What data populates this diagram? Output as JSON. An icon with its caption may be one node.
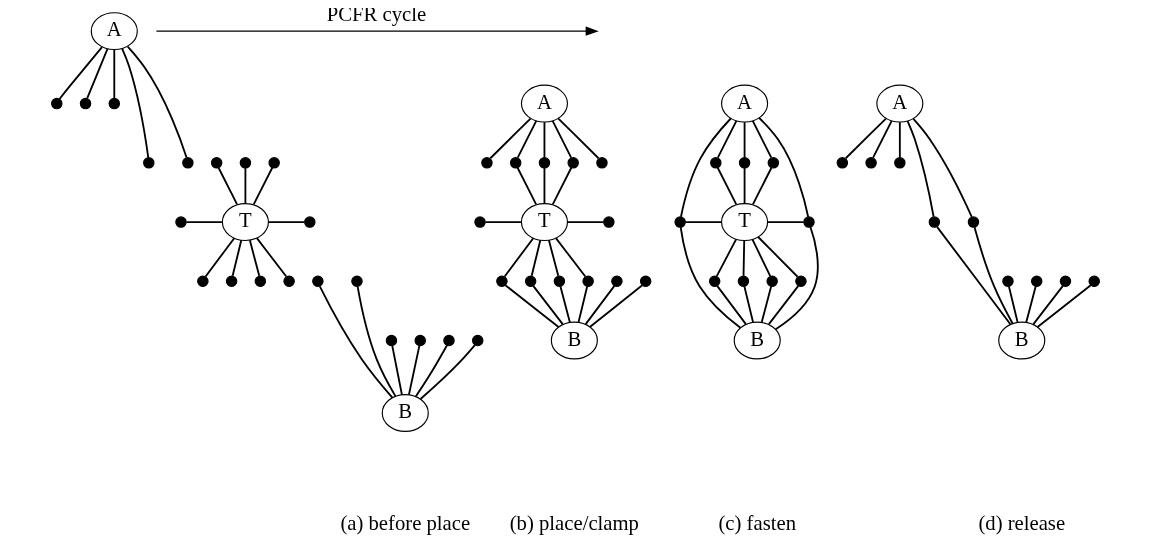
{
  "diagram": {
    "nodes": [
      {
        "text": [
          "A"
        ]
      },
      {
        "text": [],
        "shape": "circle"
      },
      {
        "text": [],
        "shape": "circle"
      },
      {
        "text": [],
        "shape": "circle"
      },
      {
        "text": [],
        "shape": "circle"
      },
      {
        "text": [],
        "shape": "circle"
      },
      {
        "text": [],
        "shape": "circle"
      },
      {
        "text": [],
        "shape": "circle"
      },
      {
        "text": [],
        "shape": "circle"
      },
      {
        "text": [],
        "shape": "circle"
      },
      {
        "text": [
          "T"
        ]
      },
      {
        "text": [],
        "shape": "circle"
      },
      {
        "text": [],
        "shape": "circle"
      },
      {
        "text": [],
        "shape": "circle"
      },
      {
        "text": [],
        "shape": "circle"
      },
      {
        "text": [],
        "shape": "circle"
      },
      {
        "text": [],
        "shape": "circle"
      },
      {
        "text": [],
        "shape": "circle"
      },
      {
        "text": [],
        "shape": "circle"
      },
      {
        "text": [],
        "shape": "circle"
      },
      {
        "text": [],
        "shape": "circle"
      },
      {
        "text": [],
        "shape": "circle"
      },
      {
        "text": [
          "B"
        ]
      },
      {
        "text": [
          "A"
        ]
      },
      {
        "text": [],
        "shape": "circle"
      },
      {
        "text": [],
        "shape": "circle"
      },
      {
        "text": [],
        "shape": "circle"
      },
      {
        "text": [],
        "shape": "circle"
      },
      {
        "text": [],
        "shape": "circle"
      },
      {
        "text": [],
        "shape": "circle"
      },
      {
        "text": [
          "T"
        ]
      },
      {
        "text": [],
        "shape": "circle"
      },
      {
        "text": [],
        "shape": "circle"
      },
      {
        "text": [],
        "shape": "circle"
      },
      {
        "text": [],
        "shape": "circle"
      },
      {
        "text": [],
        "shape": "circle"
      },
      {
        "text": [],
        "shape": "circle"
      },
      {
        "text": [],
        "shape": "circle"
      },
      {
        "text": [
          "B"
        ]
      },
      {
        "text": [
          "A"
        ]
      },
      {
        "text": [],
        "shape": "circle"
      },
      {
        "text": [],
        "shape": "circle"
      },
      {
        "text": [],
        "shape": "circle"
      },
      {
        "text": [],
        "shape": "circle"
      },
      {
        "text": [
          "T"
        ]
      },
      {
        "text": [],
        "shape": "circle"
      },
      {
        "text": [],
        "shape": "circle"
      },
      {
        "text": [],
        "shape": "circle"
      },
      {
        "text": [],
        "shape": "circle"
      },
      {
        "text": [],
        "shape": "circle"
      },
      {
        "text": [
          "B"
        ]
      },
      {
        "text": [
          "A"
        ]
      },
      {
        "text": [],
        "shape": "circle"
      },
      {
        "text": [],
        "shape": "circle"
      },
      {
        "text": [],
        "shape": "circle"
      },
      {
        "text": [],
        "shape": "circle"
      },
      {
        "text": [],
        "shape": "circle"
      },
      {
        "text": [],
        "shape": "circle"
      },
      {
        "text": [],
        "shape": "circle"
      },
      {
        "text": [],
        "shape": "circle"
      },
      {
        "text": [],
        "shape": "circle"
      },
      {
        "text": [
          "B"
        ]
      }
    ],
    "edges": [
      {
        "from": 0,
        "to": 4,
        "arrow": "none"
      },
      {
        "from": 0,
        "to": 1,
        "arrow": "none"
      },
      {
        "from": 0,
        "to": 2,
        "arrow": "none"
      },
      {
        "from": 0,
        "to": 3,
        "arrow": "none"
      },
      {
        "from": 0,
        "to": 8,
        "arrow": "none"
      },
      {
        "from": 5,
        "to": 10,
        "arrow": "none"
      },
      {
        "from": 6,
        "to": 10,
        "arrow": "none"
      },
      {
        "from": 7,
        "to": 10,
        "arrow": "none"
      },
      {
        "from": 9,
        "to": 10,
        "arrow": "none"
      },
      {
        "from": 10,
        "to": 11,
        "arrow": "none"
      },
      {
        "from": 10,
        "to": 13,
        "arrow": "none"
      },
      {
        "from": 10,
        "to": 14,
        "arrow": "none"
      },
      {
        "from": 10,
        "to": 15,
        "arrow": "none"
      },
      {
        "from": 10,
        "to": 16,
        "arrow": "none"
      },
      {
        "from": 12,
        "to": 22,
        "arrow": "none"
      },
      {
        "from": 18,
        "to": 22,
        "arrow": "none"
      },
      {
        "from": 19,
        "to": 22,
        "arrow": "none"
      },
      {
        "from": 20,
        "to": 22,
        "arrow": "none"
      },
      {
        "from": 21,
        "to": 22,
        "arrow": "none"
      },
      {
        "from": 17,
        "to": 22,
        "arrow": "none"
      },
      {
        "from": 23,
        "to": 24,
        "arrow": "none"
      },
      {
        "from": 23,
        "to": 25,
        "arrow": "none"
      },
      {
        "from": 23,
        "to": 26,
        "arrow": "none"
      },
      {
        "from": 23,
        "to": 27,
        "arrow": "none"
      },
      {
        "from": 23,
        "to": 28,
        "arrow": "none"
      },
      {
        "from": 25,
        "to": 30,
        "arrow": "none"
      },
      {
        "from": 26,
        "to": 30,
        "arrow": "none"
      },
      {
        "from": 27,
        "to": 30,
        "arrow": "none"
      },
      {
        "from": 29,
        "to": 30,
        "arrow": "none"
      },
      {
        "from": 30,
        "to": 31,
        "arrow": "none"
      },
      {
        "from": 30,
        "to": 33,
        "arrow": "none"
      },
      {
        "from": 30,
        "to": 34,
        "arrow": "none"
      },
      {
        "from": 30,
        "to": 35,
        "arrow": "none"
      },
      {
        "from": 30,
        "to": 36,
        "arrow": "none"
      },
      {
        "from": 32,
        "to": 38,
        "arrow": "none"
      },
      {
        "from": 33,
        "to": 38,
        "arrow": "none"
      },
      {
        "from": 34,
        "to": 38,
        "arrow": "none"
      },
      {
        "from": 35,
        "to": 38,
        "arrow": "none"
      },
      {
        "from": 36,
        "to": 38,
        "arrow": "none"
      },
      {
        "from": 37,
        "to": 38,
        "arrow": "none"
      },
      {
        "from": 39,
        "to": 43,
        "arrow": "none"
      },
      {
        "from": 39,
        "to": 40,
        "arrow": "none"
      },
      {
        "from": 39,
        "to": 41,
        "arrow": "none"
      },
      {
        "from": 39,
        "to": 42,
        "arrow": "none"
      },
      {
        "from": 39,
        "to": 45,
        "arrow": "none"
      },
      {
        "from": 40,
        "to": 44,
        "arrow": "none"
      },
      {
        "from": 41,
        "to": 44,
        "arrow": "none"
      },
      {
        "from": 42,
        "to": 44,
        "arrow": "none"
      },
      {
        "from": 43,
        "to": 44,
        "arrow": "none"
      },
      {
        "from": 44,
        "to": 45,
        "arrow": "none"
      },
      {
        "from": 43,
        "to": 50,
        "arrow": "none"
      },
      {
        "from": 44,
        "to": 46,
        "arrow": "none"
      },
      {
        "from": 44,
        "to": 47,
        "arrow": "none"
      },
      {
        "from": 44,
        "to": 48,
        "arrow": "none"
      },
      {
        "from": 44,
        "to": 49,
        "arrow": "none"
      },
      {
        "from": 46,
        "to": 50,
        "arrow": "none"
      },
      {
        "from": 47,
        "to": 50,
        "arrow": "none"
      },
      {
        "from": 48,
        "to": 50,
        "arrow": "none"
      },
      {
        "from": 49,
        "to": 50,
        "arrow": "none"
      },
      {
        "from": 45,
        "to": 50,
        "arrow": "none"
      },
      {
        "from": 51,
        "to": 55,
        "arrow": "none"
      },
      {
        "from": 51,
        "to": 52,
        "arrow": "none"
      },
      {
        "from": 51,
        "to": 53,
        "arrow": "none"
      },
      {
        "from": 51,
        "to": 54,
        "arrow": "none"
      },
      {
        "from": 51,
        "to": 56,
        "arrow": "none"
      },
      {
        "from": 55,
        "to": 61,
        "arrow": "none"
      },
      {
        "from": 57,
        "to": 61,
        "arrow": "none"
      },
      {
        "from": 58,
        "to": 61,
        "arrow": "none"
      },
      {
        "from": 59,
        "to": 61,
        "arrow": "none"
      },
      {
        "from": 60,
        "to": 61,
        "arrow": "none"
      },
      {
        "from": 56,
        "to": 61,
        "arrow": "none"
      }
    ],
    "labels": [
      "PCFR cycle",
      "(a) before place",
      "(b) place/clamp",
      "(c) fasten",
      "(d) release"
    ]
  }
}
